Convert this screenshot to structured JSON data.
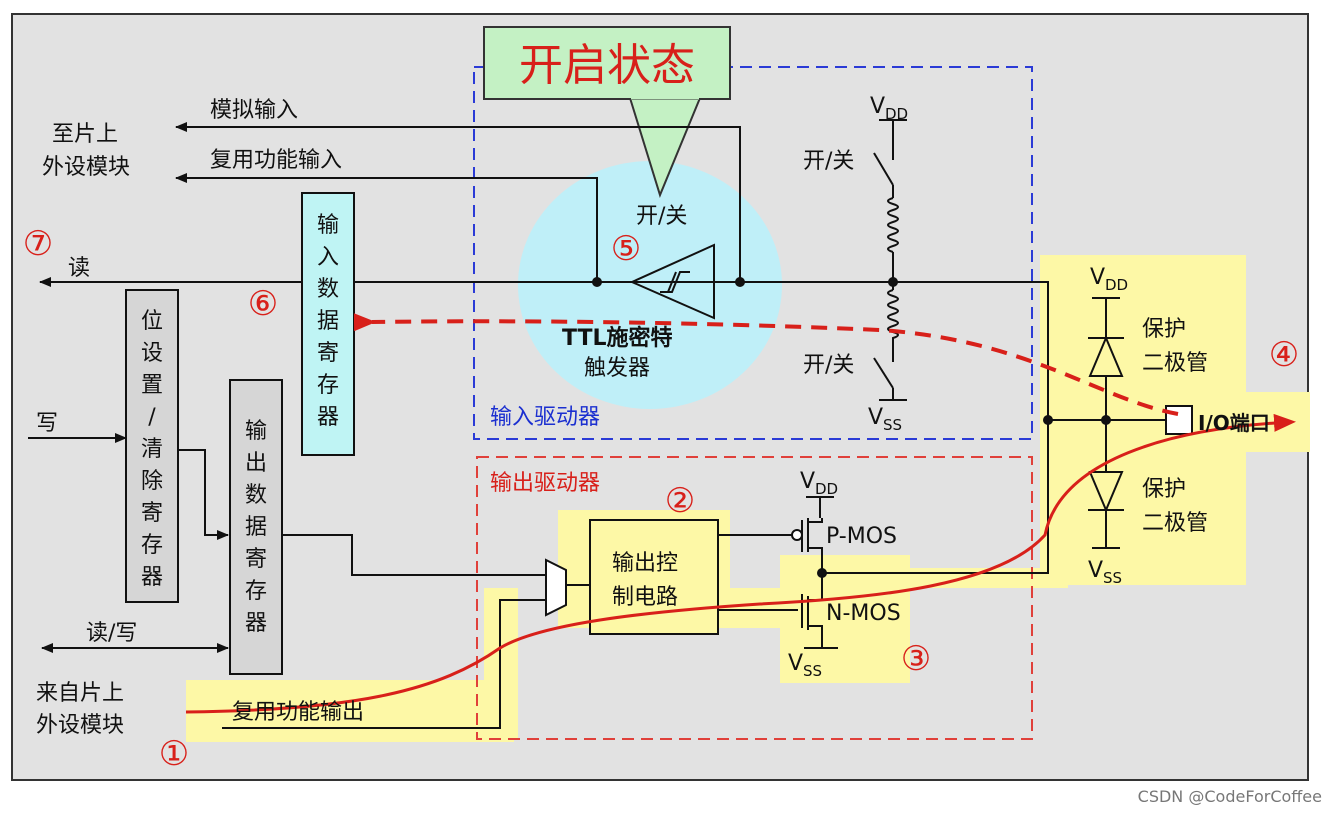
{
  "labels": {
    "open_state": "开启状态",
    "analog_input": "模拟输入",
    "alt_func_input": "复用功能输入",
    "to_onchip_line1": "至片上",
    "to_onchip_line2": "外设模块",
    "read": "读",
    "write": "写",
    "read_write": "读/写",
    "from_onchip_line1": "来自片上",
    "from_onchip_line2": "外设模块",
    "alt_func_output": "复用功能输出",
    "input_data_register": [
      "输",
      "入",
      "数",
      "据",
      "寄",
      "存",
      "器"
    ],
    "bit_set_reset_register": [
      "位",
      "设",
      "置",
      "/",
      "清",
      "除",
      "寄",
      "存",
      "器"
    ],
    "output_data_register": [
      "输",
      "出",
      "数",
      "据",
      "寄",
      "存",
      "器"
    ],
    "on_off": "开/关",
    "ttl_schmitt_line1": "TTL施密特",
    "ttl_schmitt_line2": "触发器",
    "input_driver": "输入驱动器",
    "output_driver": "输出驱动器",
    "output_control_line1": "输出控",
    "output_control_line2": "制电路",
    "vdd": "V",
    "vdd_sub": "DD",
    "vss": "V",
    "vss_sub": "SS",
    "pmos": "P-MOS",
    "nmos": "N-MOS",
    "protect_diode_line1": "保护",
    "protect_diode_line2": "二极管",
    "io_port": "I/O端口"
  },
  "markers": [
    "①",
    "②",
    "③",
    "④",
    "⑤",
    "⑥",
    "⑦"
  ],
  "watermark": "CSDN @CodeForCoffee",
  "colors": {
    "background": "#e2e2e2",
    "highlight": "#fdf8a6",
    "callout": "#c4f1c4",
    "register": "#bff4f4",
    "schmitt_bubble": "#bfeff8",
    "input_driver_border": "#2b3bd6",
    "output_driver_border": "#e0403a",
    "signal_path": "#d8201a"
  }
}
